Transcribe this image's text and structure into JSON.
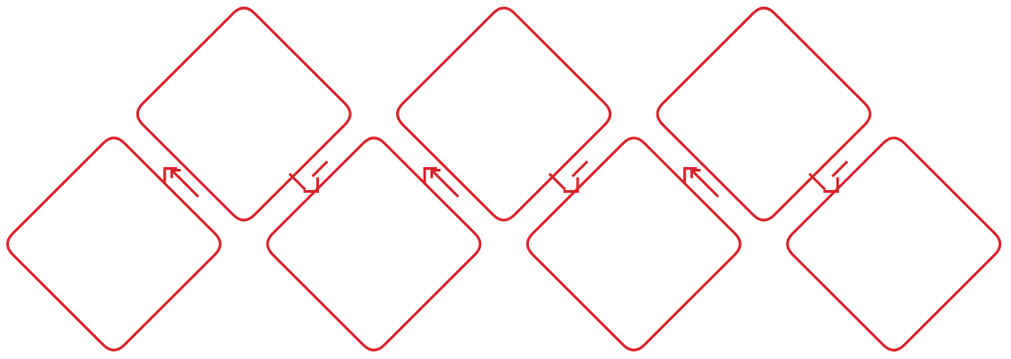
{
  "diagram": {
    "stroke_color": "#d8232a",
    "background": "#ffffff",
    "steps": [
      {
        "row": "low"
      },
      {
        "row": "high"
      },
      {
        "row": "low"
      },
      {
        "row": "high"
      },
      {
        "row": "low"
      },
      {
        "row": "high"
      },
      {
        "row": "low"
      }
    ],
    "connectors": [
      {
        "direction": "up",
        "icon": "arrow-up-right-icon"
      },
      {
        "direction": "down",
        "icon": "arrow-down-right-icon"
      },
      {
        "direction": "up",
        "icon": "arrow-up-right-icon"
      },
      {
        "direction": "down",
        "icon": "arrow-down-right-icon"
      },
      {
        "direction": "up",
        "icon": "arrow-up-right-icon"
      },
      {
        "direction": "down",
        "icon": "arrow-down-right-icon"
      }
    ]
  }
}
